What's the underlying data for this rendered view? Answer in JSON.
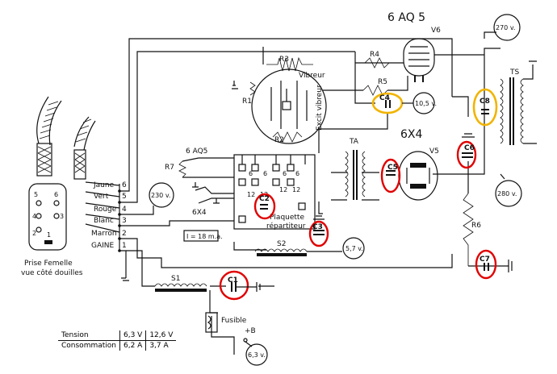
{
  "tubes": {
    "v6_type": "6 AQ 5",
    "v6_ref": "V6",
    "v5_type": "6X4",
    "v5_ref": "V5"
  },
  "components": {
    "r3": "R3",
    "r4": "R4",
    "r5": "R5",
    "r1": "R1",
    "r2": "R2",
    "r7": "R7",
    "r6": "R6",
    "vibreur": "Vibreur",
    "excit_vibreur": "Excit vibreur",
    "c1": "C1",
    "c2": "C2",
    "c3": "C3",
    "c4": "C4",
    "c5": "C5",
    "c6": "C6",
    "c7": "C7",
    "c8": "C8",
    "s1": "S1",
    "s2": "S2",
    "ta": "TA",
    "ts": "TS",
    "fusible": "Fusible",
    "b_plus": "+B",
    "plaquette": "Plaquette",
    "repartiteur": "répartiteur",
    "current_note": "I = 18 m.a.",
    "socket_6aq5": "6 AQ5",
    "socket_6x4": "6X4"
  },
  "voltages": {
    "v270": "270 v.",
    "v230": "230 v.",
    "v280": "280 v.",
    "v105": "10,5 v.",
    "v57": "5,7 v.",
    "v63": "6,3 v."
  },
  "terminals": [
    {
      "label": "Jaune",
      "num": "6"
    },
    {
      "label": "Vert",
      "num": "5"
    },
    {
      "label": "Rouge",
      "num": "4"
    },
    {
      "label": "Blanc",
      "num": "3"
    },
    {
      "label": "Marron",
      "num": "2"
    },
    {
      "label": "GAINE",
      "num": "1"
    }
  ],
  "socket": {
    "title_line1": "Prise Femelle",
    "title_line2": "vue côté douilles",
    "pins": [
      "5",
      "6",
      "4",
      "3",
      "2",
      "1"
    ]
  },
  "plaquette_pins": [
    "6",
    "6",
    "6",
    "6",
    "12",
    "12",
    "12",
    "12"
  ],
  "spec_table": {
    "rows": [
      {
        "label": "Tension",
        "v1": "6,3 V",
        "v2": "12,6 V"
      },
      {
        "label": "Consommation",
        "v1": "6,2 A",
        "v2": "3,7 A"
      }
    ]
  },
  "highlight_colors": {
    "red": "#e00000",
    "yellow": "#f2b400"
  }
}
